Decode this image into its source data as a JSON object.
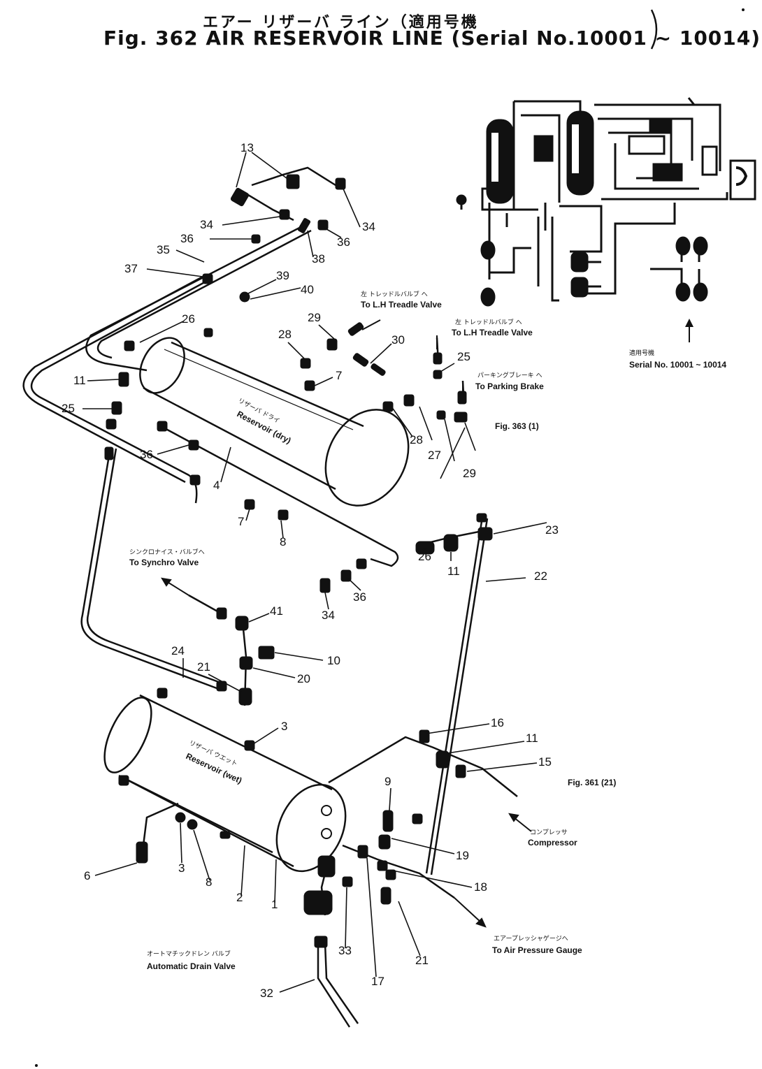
{
  "header": {
    "title_jp": "エアー リザーバ ライン（適用号機",
    "title_en": "Fig. 362   AIR  RESERVOIR  LINE (Serial No.10001 ~ 10014)"
  },
  "inset": {
    "caption_jp": "適用号機",
    "caption_en": "Serial No. 10001 ~ 10014"
  },
  "tanks": {
    "dry_jp": "リザーバ ドライ",
    "dry_en": "Reservoir (dry)",
    "wet_jp": "リザーバ ウエット",
    "wet_en": "Reservoir (wet)"
  },
  "destinations": {
    "lh_treadle_1_jp": "左 トレッドルバルブ へ",
    "lh_treadle_1_en": "To L.H Treadle Valve",
    "lh_treadle_2_jp": "左 トレッドルバルブ へ",
    "lh_treadle_2_en": "To L.H Treadle Valve",
    "parking_jp": "パーキングブレーキ へ",
    "parking_en": "To Parking Brake",
    "fig_ref_363": "Fig. 363 (1)",
    "synchro_jp": "シンクロナイス・バルブへ",
    "synchro_en": "To Synchro Valve",
    "fig_ref_361": "Fig. 361 (21)",
    "compressor_jp": "コンプレッサ",
    "compressor_en": "Compressor",
    "gauge_jp": "エアープレッシャゲージへ",
    "gauge_en": "To Air Pressure Gauge",
    "drain_jp": "オートマチックドレン バルブ",
    "drain_en": "Automatic Drain Valve"
  },
  "callouts": {
    "c13": "13",
    "c34a": "34",
    "c34b": "34",
    "c36a": "36",
    "c36b": "36",
    "c38": "38",
    "c35": "35",
    "c37": "37",
    "c39": "39",
    "c40": "40",
    "c26a": "26",
    "c29a": "29",
    "c28a": "28",
    "c30": "30",
    "c7a": "7",
    "c25a": "25",
    "c11a": "11",
    "c25b": "25",
    "c36c": "36",
    "c4": "4",
    "c7b": "7",
    "c8a": "8",
    "c28b": "28",
    "c27": "27",
    "c29b": "29",
    "c26b": "26",
    "c11b": "11",
    "c23": "23",
    "c22": "22",
    "c34c": "34",
    "c36d": "36",
    "c41": "41",
    "c10": "10",
    "c20": "20",
    "c21a": "21",
    "c24": "24",
    "c3a": "3",
    "c16": "16",
    "c11c": "11",
    "c15": "15",
    "c9": "9",
    "c19": "19",
    "c18": "18",
    "c6": "6",
    "c3b": "3",
    "c8b": "8",
    "c2": "2",
    "c1": "1",
    "c33": "33",
    "c17": "17",
    "c21b": "21",
    "c32": "32"
  }
}
